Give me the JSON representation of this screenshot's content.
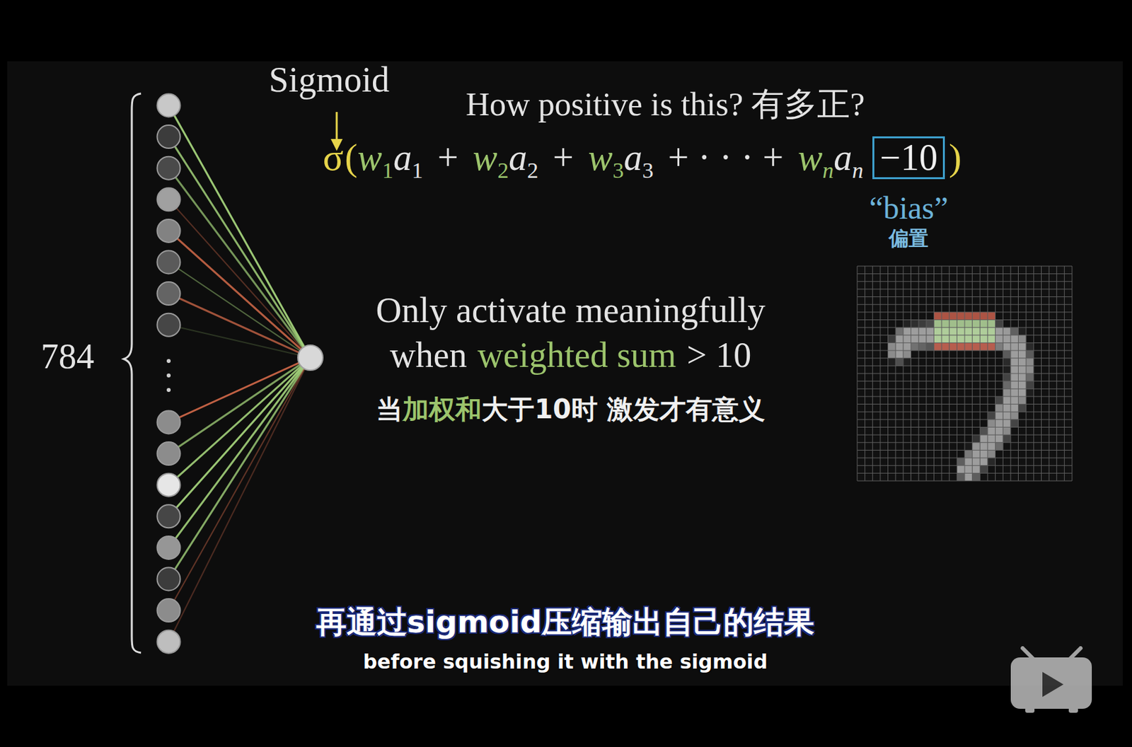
{
  "diagram": {
    "nodes": [
      {
        "text": [
          "−10"
        ]
      }
    ],
    "labels": [
      "Sigmoid",
      "How positive is this? 有多正?",
      "σ",
      "(",
      "w",
      "1",
      "a",
      "1",
      "+",
      "w",
      "2",
      "a",
      "2",
      "+",
      "w",
      "3",
      "a",
      "3",
      "+ · · · +",
      "w",
      "n",
      "a",
      "n",
      ")",
      "“bias”",
      "偏置",
      "Only activate meaningfully",
      "when",
      "weighted sum",
      "> 10",
      "当",
      "加权和",
      "大于10时 激发才有意义",
      "784",
      "再通过sigmoid压缩输出自己的结果",
      "before squishing it with the sigmoid"
    ]
  }
}
